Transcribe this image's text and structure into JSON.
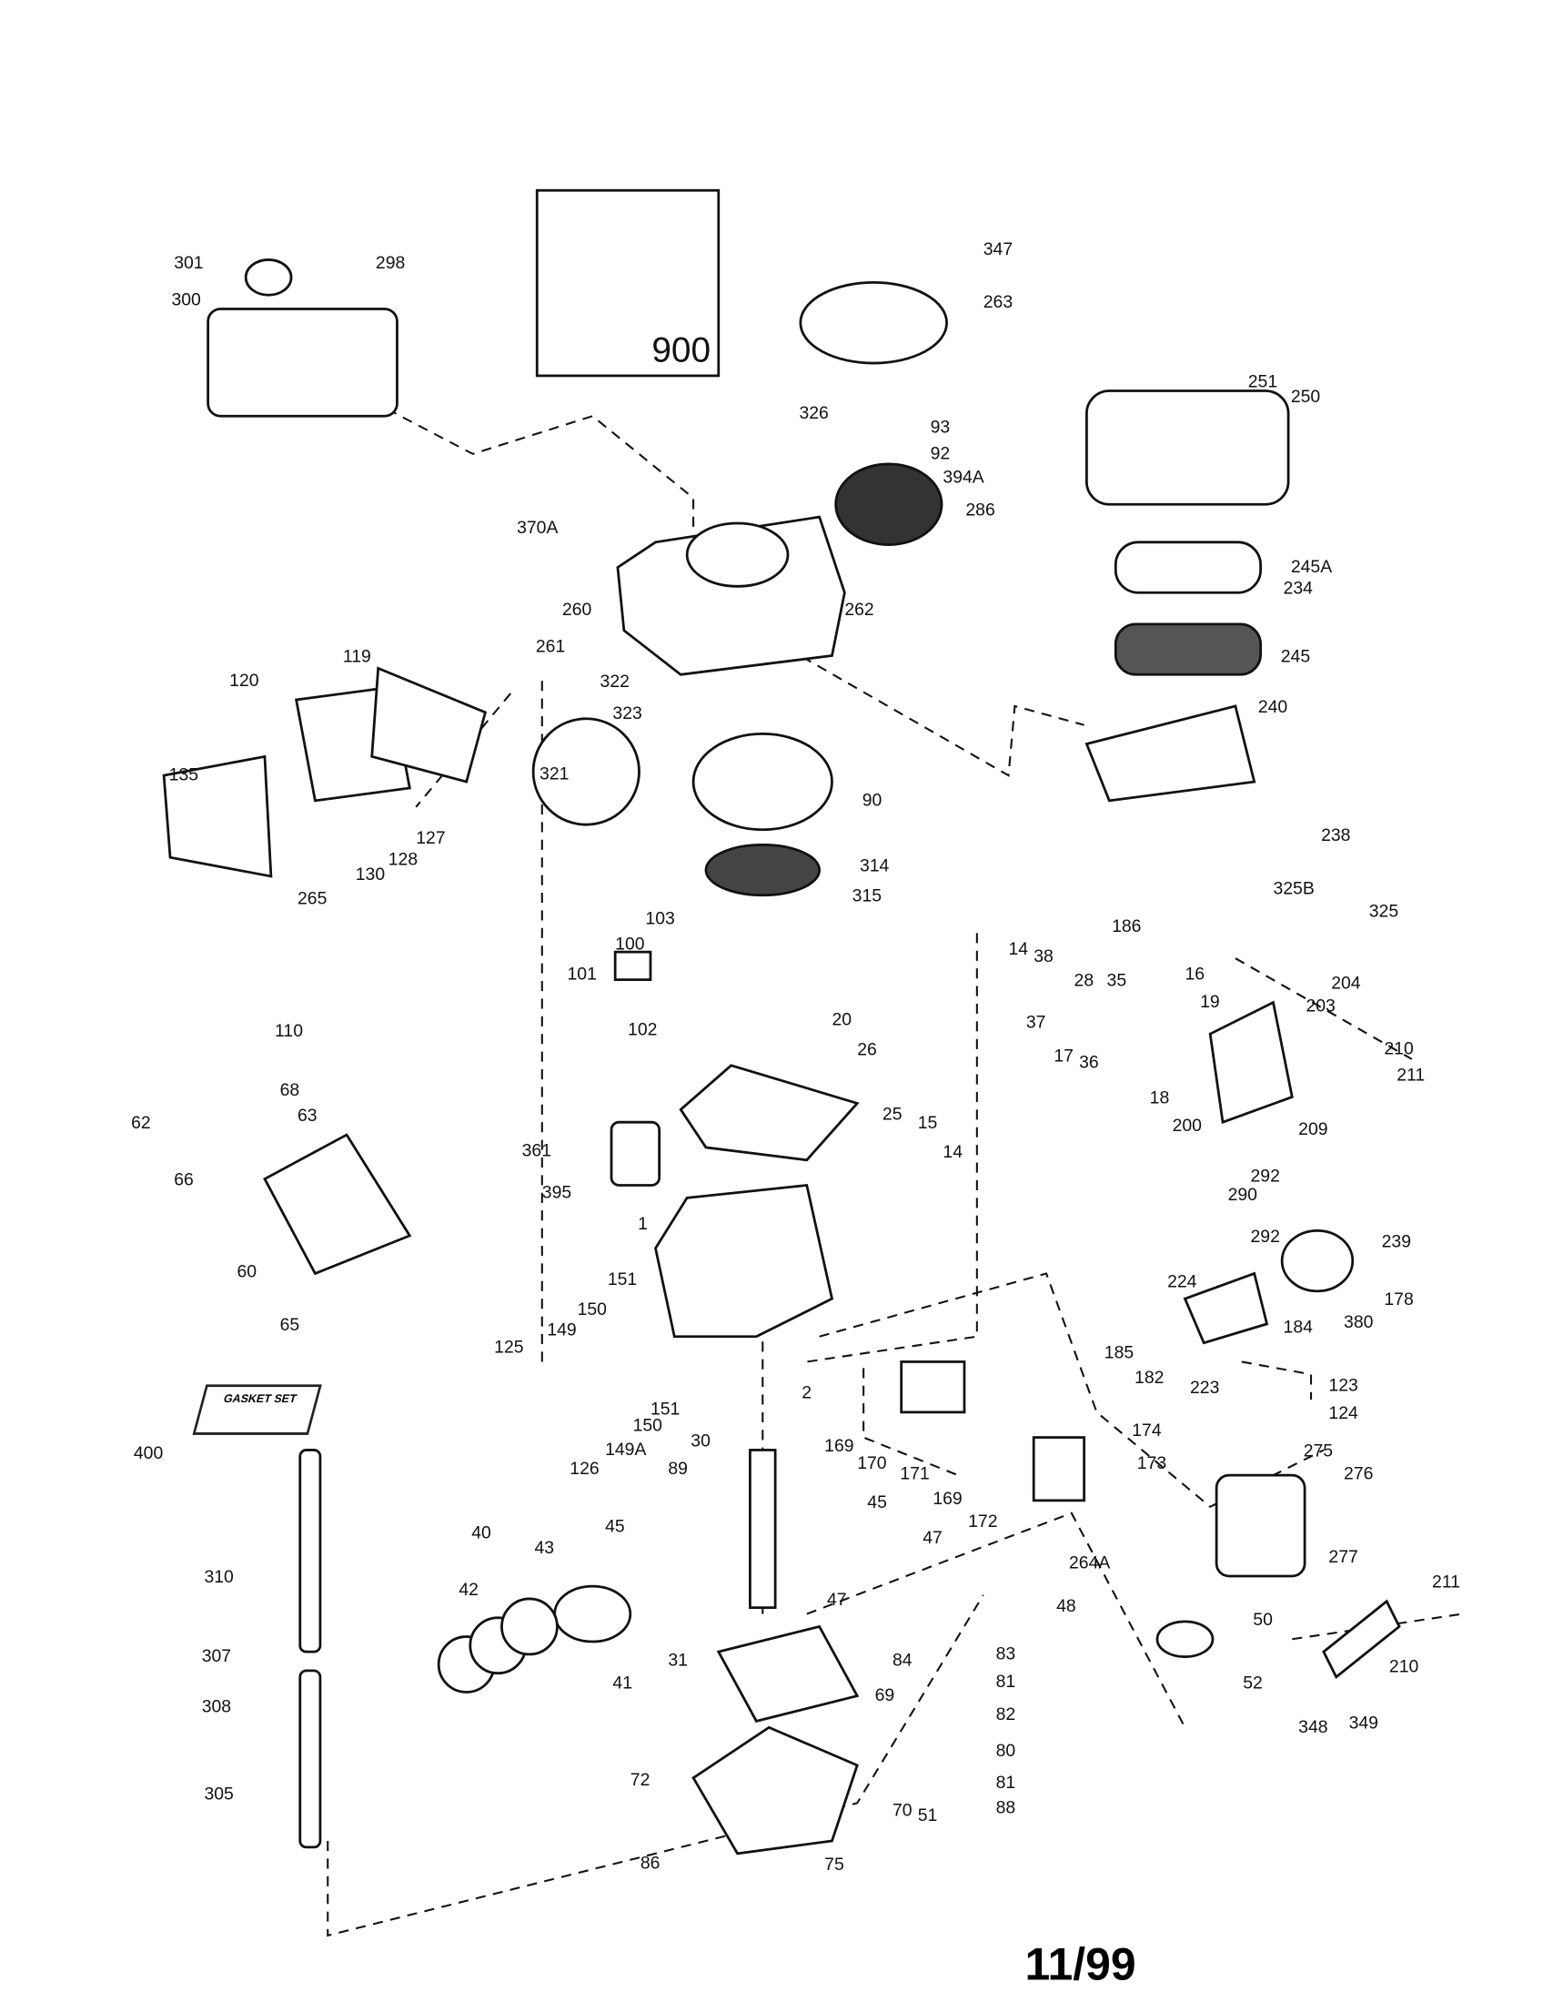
{
  "diagram": {
    "date_code": "11/99",
    "gasket_set_label": "GASKET SET",
    "inset_label": "900",
    "part_labels": [
      "301",
      "298",
      "300",
      "347",
      "263",
      "326",
      "93",
      "92",
      "394A",
      "286",
      "251",
      "250",
      "370A",
      "245A",
      "234",
      "262",
      "260",
      "245",
      "261",
      "322",
      "119",
      "120",
      "240",
      "323",
      "321",
      "90",
      "135",
      "127",
      "128",
      "130",
      "238",
      "314",
      "315",
      "265",
      "325B",
      "325",
      "103",
      "186",
      "100",
      "14",
      "38",
      "101",
      "28",
      "35",
      "16",
      "204",
      "19",
      "203",
      "37",
      "17",
      "36",
      "102",
      "20",
      "26",
      "110",
      "210",
      "211",
      "18",
      "68",
      "62",
      "63",
      "25",
      "15",
      "200",
      "209",
      "361",
      "14",
      "66",
      "395",
      "292",
      "290",
      "292",
      "239",
      "1",
      "60",
      "151",
      "224",
      "178",
      "150",
      "65",
      "184",
      "380",
      "149",
      "185",
      "125",
      "182",
      "223",
      "123",
      "2",
      "151",
      "150",
      "124",
      "400",
      "169",
      "149A",
      "174",
      "275",
      "126",
      "30",
      "170",
      "173",
      "89",
      "276",
      "171",
      "169",
      "172",
      "45",
      "45",
      "40",
      "43",
      "47",
      "264A",
      "277",
      "42",
      "310",
      "47",
      "211",
      "48",
      "50",
      "83",
      "84",
      "31",
      "307",
      "41",
      "69",
      "81",
      "210",
      "52",
      "308",
      "82",
      "348",
      "349",
      "80",
      "72",
      "305",
      "81",
      "70",
      "88",
      "51",
      "86",
      "75"
    ]
  }
}
